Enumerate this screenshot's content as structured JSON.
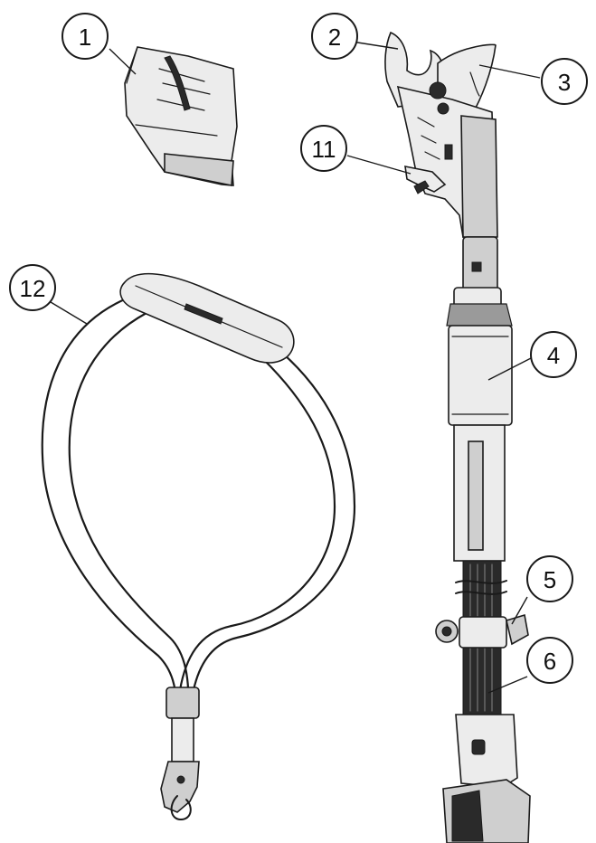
{
  "callouts": [
    {
      "id": "c1",
      "label": "1"
    },
    {
      "id": "c2",
      "label": "2"
    },
    {
      "id": "c3",
      "label": "3"
    },
    {
      "id": "c4",
      "label": "4"
    },
    {
      "id": "c5",
      "label": "5"
    },
    {
      "id": "c6",
      "label": "6"
    },
    {
      "id": "c11",
      "label": "11"
    },
    {
      "id": "c12",
      "label": "12"
    }
  ],
  "colors": {
    "line": "#1a1a1a",
    "shade": "#cfcfcf",
    "dark": "#2a2a2a",
    "background": "#ffffff"
  }
}
